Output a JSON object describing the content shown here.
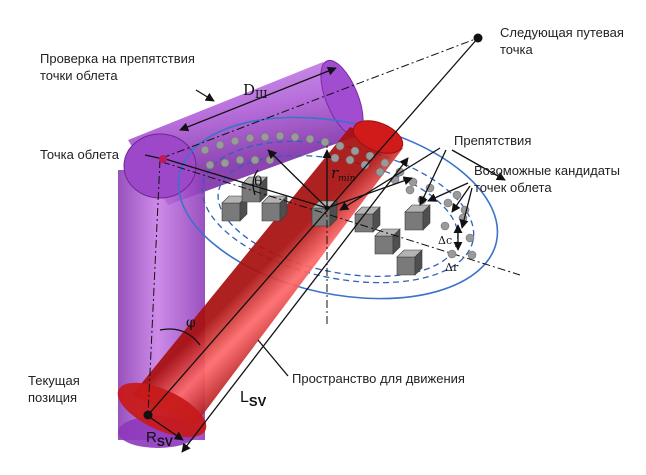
{
  "labels": {
    "next_waypoint_line1": "Следующая путевая",
    "next_waypoint_line2": "точка",
    "obstacle_check_line1": "Проверка на препятствия",
    "obstacle_check_line2": "точки облета",
    "bypass_point": "Точка облета",
    "obstacles": "Препятствия",
    "candidates_line1": "Возоможные кандидаты",
    "candidates_line2": "точек облета",
    "motion_space": "Пространство для движения",
    "current_position_line1": "Текущая",
    "current_position_line2": "позиция"
  },
  "symbols": {
    "d_main": "D",
    "d_sub": "Ш",
    "theta": "θ",
    "phi": "φ",
    "r_main": "r",
    "r_sub": "min",
    "delta_c": "Δc",
    "delta_r": "Δr",
    "l_main": "L",
    "l_sub": "SV",
    "rs_main": "R",
    "rs_sub": "SV"
  },
  "colors": {
    "red_cylinder": "#e52222",
    "purple_cylinder": "#a64bd0",
    "ellipse_blue": "#3b73c9",
    "candidate_gray": "#9a9a9a",
    "obstacle_gray": "#808080"
  }
}
